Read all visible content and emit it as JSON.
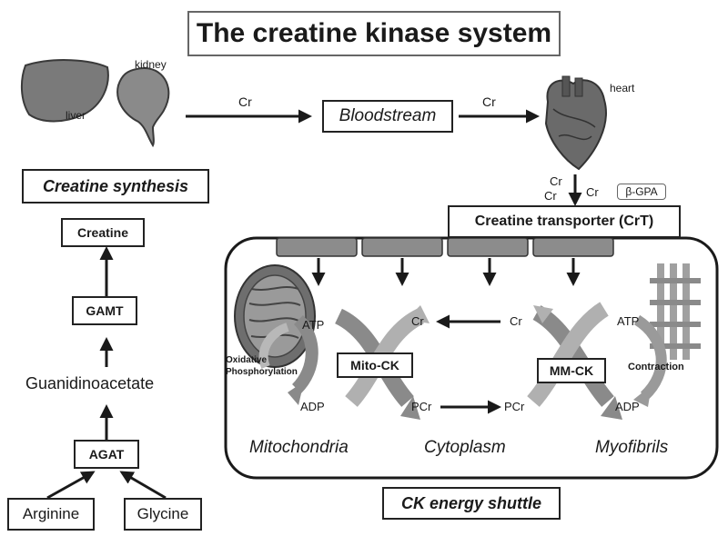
{
  "title": "The creatine kinase system",
  "organs": {
    "liver": "liver",
    "kidney": "kidney",
    "heart": "heart"
  },
  "flow": {
    "cr_left": "Cr",
    "bloodstream": "Bloodstream",
    "cr_right": "Cr",
    "cr_down_a": "Cr",
    "cr_down_b": "Cr",
    "cr_down_c": "Cr",
    "beta_gpa": "β-GPA"
  },
  "synthesis": {
    "heading": "Creatine synthesis",
    "creatine": "Creatine",
    "gamt": "GAMT",
    "guanidinoacetate": "Guanidinoacetate",
    "agat": "AGAT",
    "arginine": "Arginine",
    "glycine": "Glycine"
  },
  "transporter": "Creatine transporter (CrT)",
  "shuttle": {
    "heading": "CK energy shuttle",
    "oxphos": "Oxidative\nPhosphorylation",
    "mito_atp": "ATP",
    "mito_adp": "ADP",
    "mito_ck": "Mito-CK",
    "mito_cr": "Cr",
    "mito_pcr": "PCr",
    "cyto_cr": "Cr",
    "cyto_pcr": "PCr",
    "mm_ck": "MM-CK",
    "myo_atp": "ATP",
    "myo_adp": "ADP",
    "contraction": "Contraction",
    "compartments": [
      "Mitochondria",
      "Cytoplasm",
      "Myofibrils"
    ]
  }
}
